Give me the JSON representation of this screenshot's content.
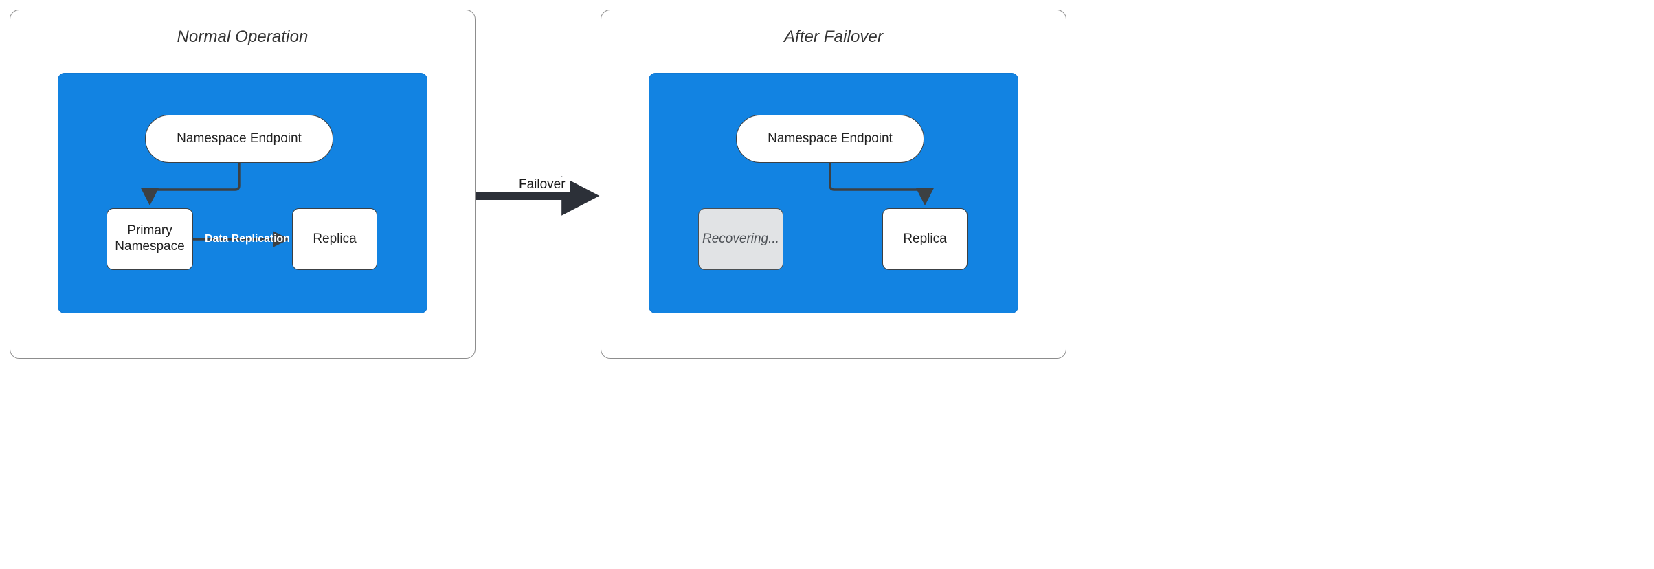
{
  "diagram": {
    "title_left": "Normal Operation",
    "title_right": "After Failover",
    "accent_blue": "#1283e2",
    "node_border": "#3c4043",
    "dim_fill": "#e1e3e5",
    "panel_border": "#8d8d8d"
  },
  "panels": [
    {
      "id": "normal-operation",
      "title": "Normal Operation",
      "nodes": [
        {
          "id": "namespace-endpoint",
          "label": "Namespace Endpoint",
          "shape": "stadium",
          "state": "active"
        },
        {
          "id": "primary-namespace",
          "label": "Primary\nNamespace",
          "line1": "Primary",
          "line2": "Namespace",
          "shape": "rect",
          "state": "active"
        },
        {
          "id": "replica",
          "label": "Replica",
          "shape": "rect",
          "state": "active"
        }
      ],
      "edges": [
        {
          "from": "namespace-endpoint",
          "to": "primary-namespace",
          "label": ""
        },
        {
          "from": "primary-namespace",
          "to": "replica",
          "label": "Data Replication"
        }
      ]
    },
    {
      "id": "after-failover",
      "title": "After Failover",
      "nodes": [
        {
          "id": "namespace-endpoint",
          "label": "Namespace Endpoint",
          "shape": "stadium",
          "state": "active"
        },
        {
          "id": "recovering",
          "label": "Recovering...",
          "shape": "rect",
          "state": "dimmed"
        },
        {
          "id": "replica",
          "label": "Replica",
          "shape": "rect",
          "state": "active"
        }
      ],
      "edges": [
        {
          "from": "namespace-endpoint",
          "to": "replica",
          "label": ""
        }
      ]
    }
  ],
  "transition": {
    "label": "Failover",
    "direction": "left-to-right"
  }
}
